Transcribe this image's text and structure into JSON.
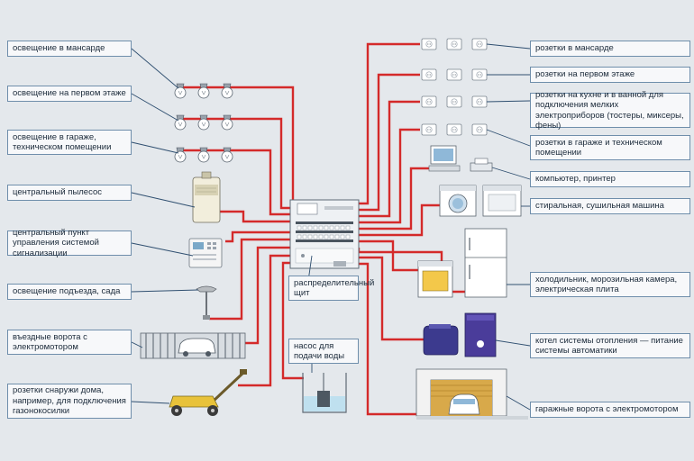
{
  "left_labels": [
    "освещение в мансарде",
    "освещение на первом этаже",
    "освещение в гараже, техническом помещении",
    "центральный пылесос",
    "центральный пункт управления системой сигнализации",
    "освещение подъезда, сада",
    "въездные ворота с электромотором",
    "розетки снаружи дома, например, для подключения газонокосилки"
  ],
  "center_labels": {
    "panel": "распределительный щит",
    "pump": "насос для подачи воды"
  },
  "right_labels": [
    "розетки в мансарде",
    "розетки на первом этаже",
    "розетки на кухне и в ванной для подключения мелких электроприборов (тостеры, миксеры, фены)",
    "розетки в гараже и техническом помещении",
    "компьютер, принтер",
    "стиральная, сушильная машина",
    "холодильник, морозильная камера, электрическая плита",
    "котел системы отопления — питание системы автоматики",
    "гаражные ворота с электромотором"
  ],
  "colors": {
    "wire": "#d42a2a",
    "leader": "#2f4f70",
    "label_border": "#6f8eab",
    "background": "#e4e8ec"
  }
}
